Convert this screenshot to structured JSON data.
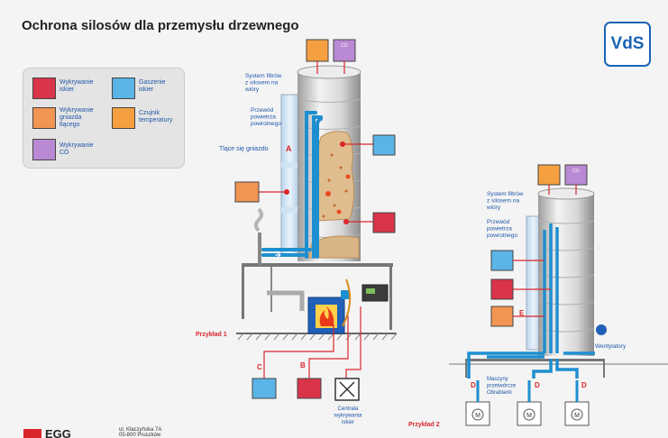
{
  "title": "Ochrona silosów dla przemysłu drzewnego",
  "vds_logo": "VdS",
  "legend": [
    {
      "id": "wykrywanie_iskier",
      "label": "Wykrywanie\niskier",
      "color": "#d9344a",
      "icon": "spark-detector-icon"
    },
    {
      "id": "gaszenie_iskier",
      "label": "Gaszenie\niskier",
      "color": "#5bb4e6",
      "icon": "spark-extinguisher-icon"
    },
    {
      "id": "wykrywanie_gniazda",
      "label": "Wykrywanie\ngniazda\ntlącego",
      "color": "#f29552",
      "icon": "ember-nest-detector-icon"
    },
    {
      "id": "czujnik_temperatury",
      "label": "Czujnik\ntemperatury",
      "color": "#f5a040",
      "icon": "temperature-sensor-icon"
    },
    {
      "id": "wykrywanie_co",
      "label": "Wykrywanie\nCO",
      "color": "#b98ad3",
      "icon": "co-detector-icon"
    }
  ],
  "co_badge": "CO",
  "example1": {
    "label": "Przykład 1",
    "filter_system": "System filtrów\nz silosem na\nwióry",
    "air_duct": "Przewód\npowietrza\npowrotnego",
    "ember_nest": "Tlące się gniazdo",
    "ember_nest_letter": "A",
    "letter_b": "B",
    "letter_c": "C",
    "control_center": "Centrala\nwykrywania\niskier"
  },
  "example2": {
    "label": "Przykład 2",
    "filter_system": "System filtrów\nz silosem na\nwióry",
    "air_duct": "Przewód\npowietrza\npowrotnego",
    "letter_e": "E",
    "letter_d": "D",
    "fans": "Wentylatory",
    "machines": "Maszyny\nprzetwórcze\nObrabiarki",
    "motor": "M"
  },
  "footer": {
    "logo": "EGG",
    "address": "ul. Kłaczyńska 7A\n05-800 Pruszków"
  },
  "colors": {
    "duct_blue": "#1d8fd0",
    "label_blue": "#1f56a8",
    "red": "#d9262d",
    "silo_gray": "#d6d6d6"
  }
}
